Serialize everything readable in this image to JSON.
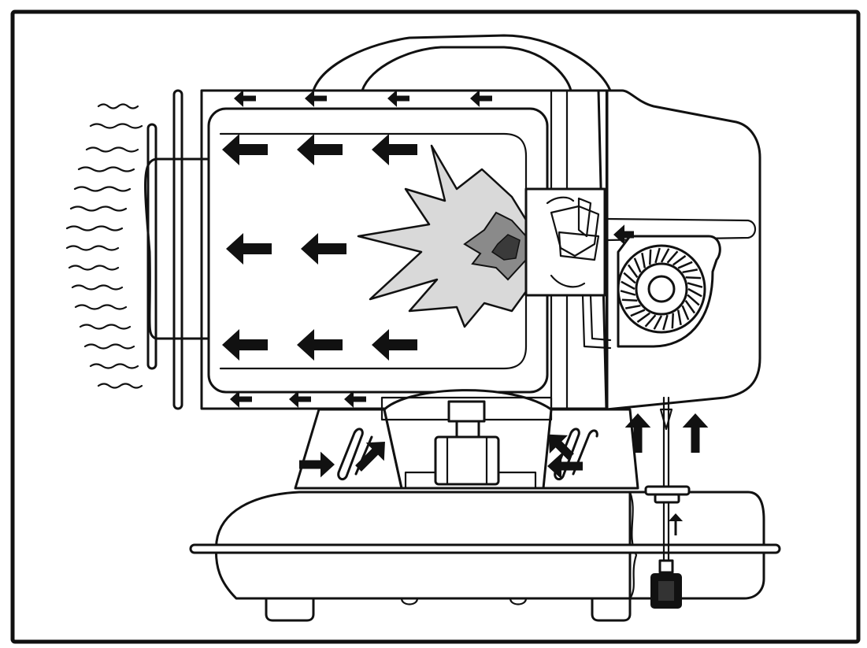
{
  "diagram": {
    "colors": {
      "line": "#111111",
      "background": "#ffffff",
      "flame_outer": "#d9d9d9",
      "flame_mid": "#8a8a8a",
      "flame_core": "#3a3a3a"
    },
    "components": [
      "frame",
      "heat-wave-lines",
      "front-guard",
      "combustion-chamber",
      "flame",
      "burner-head",
      "fan-housing",
      "fan-rotor",
      "fan-motor",
      "fuel-tank",
      "fuel-filter",
      "fuel-line",
      "air-intake-vents",
      "airflow-arrows"
    ]
  }
}
